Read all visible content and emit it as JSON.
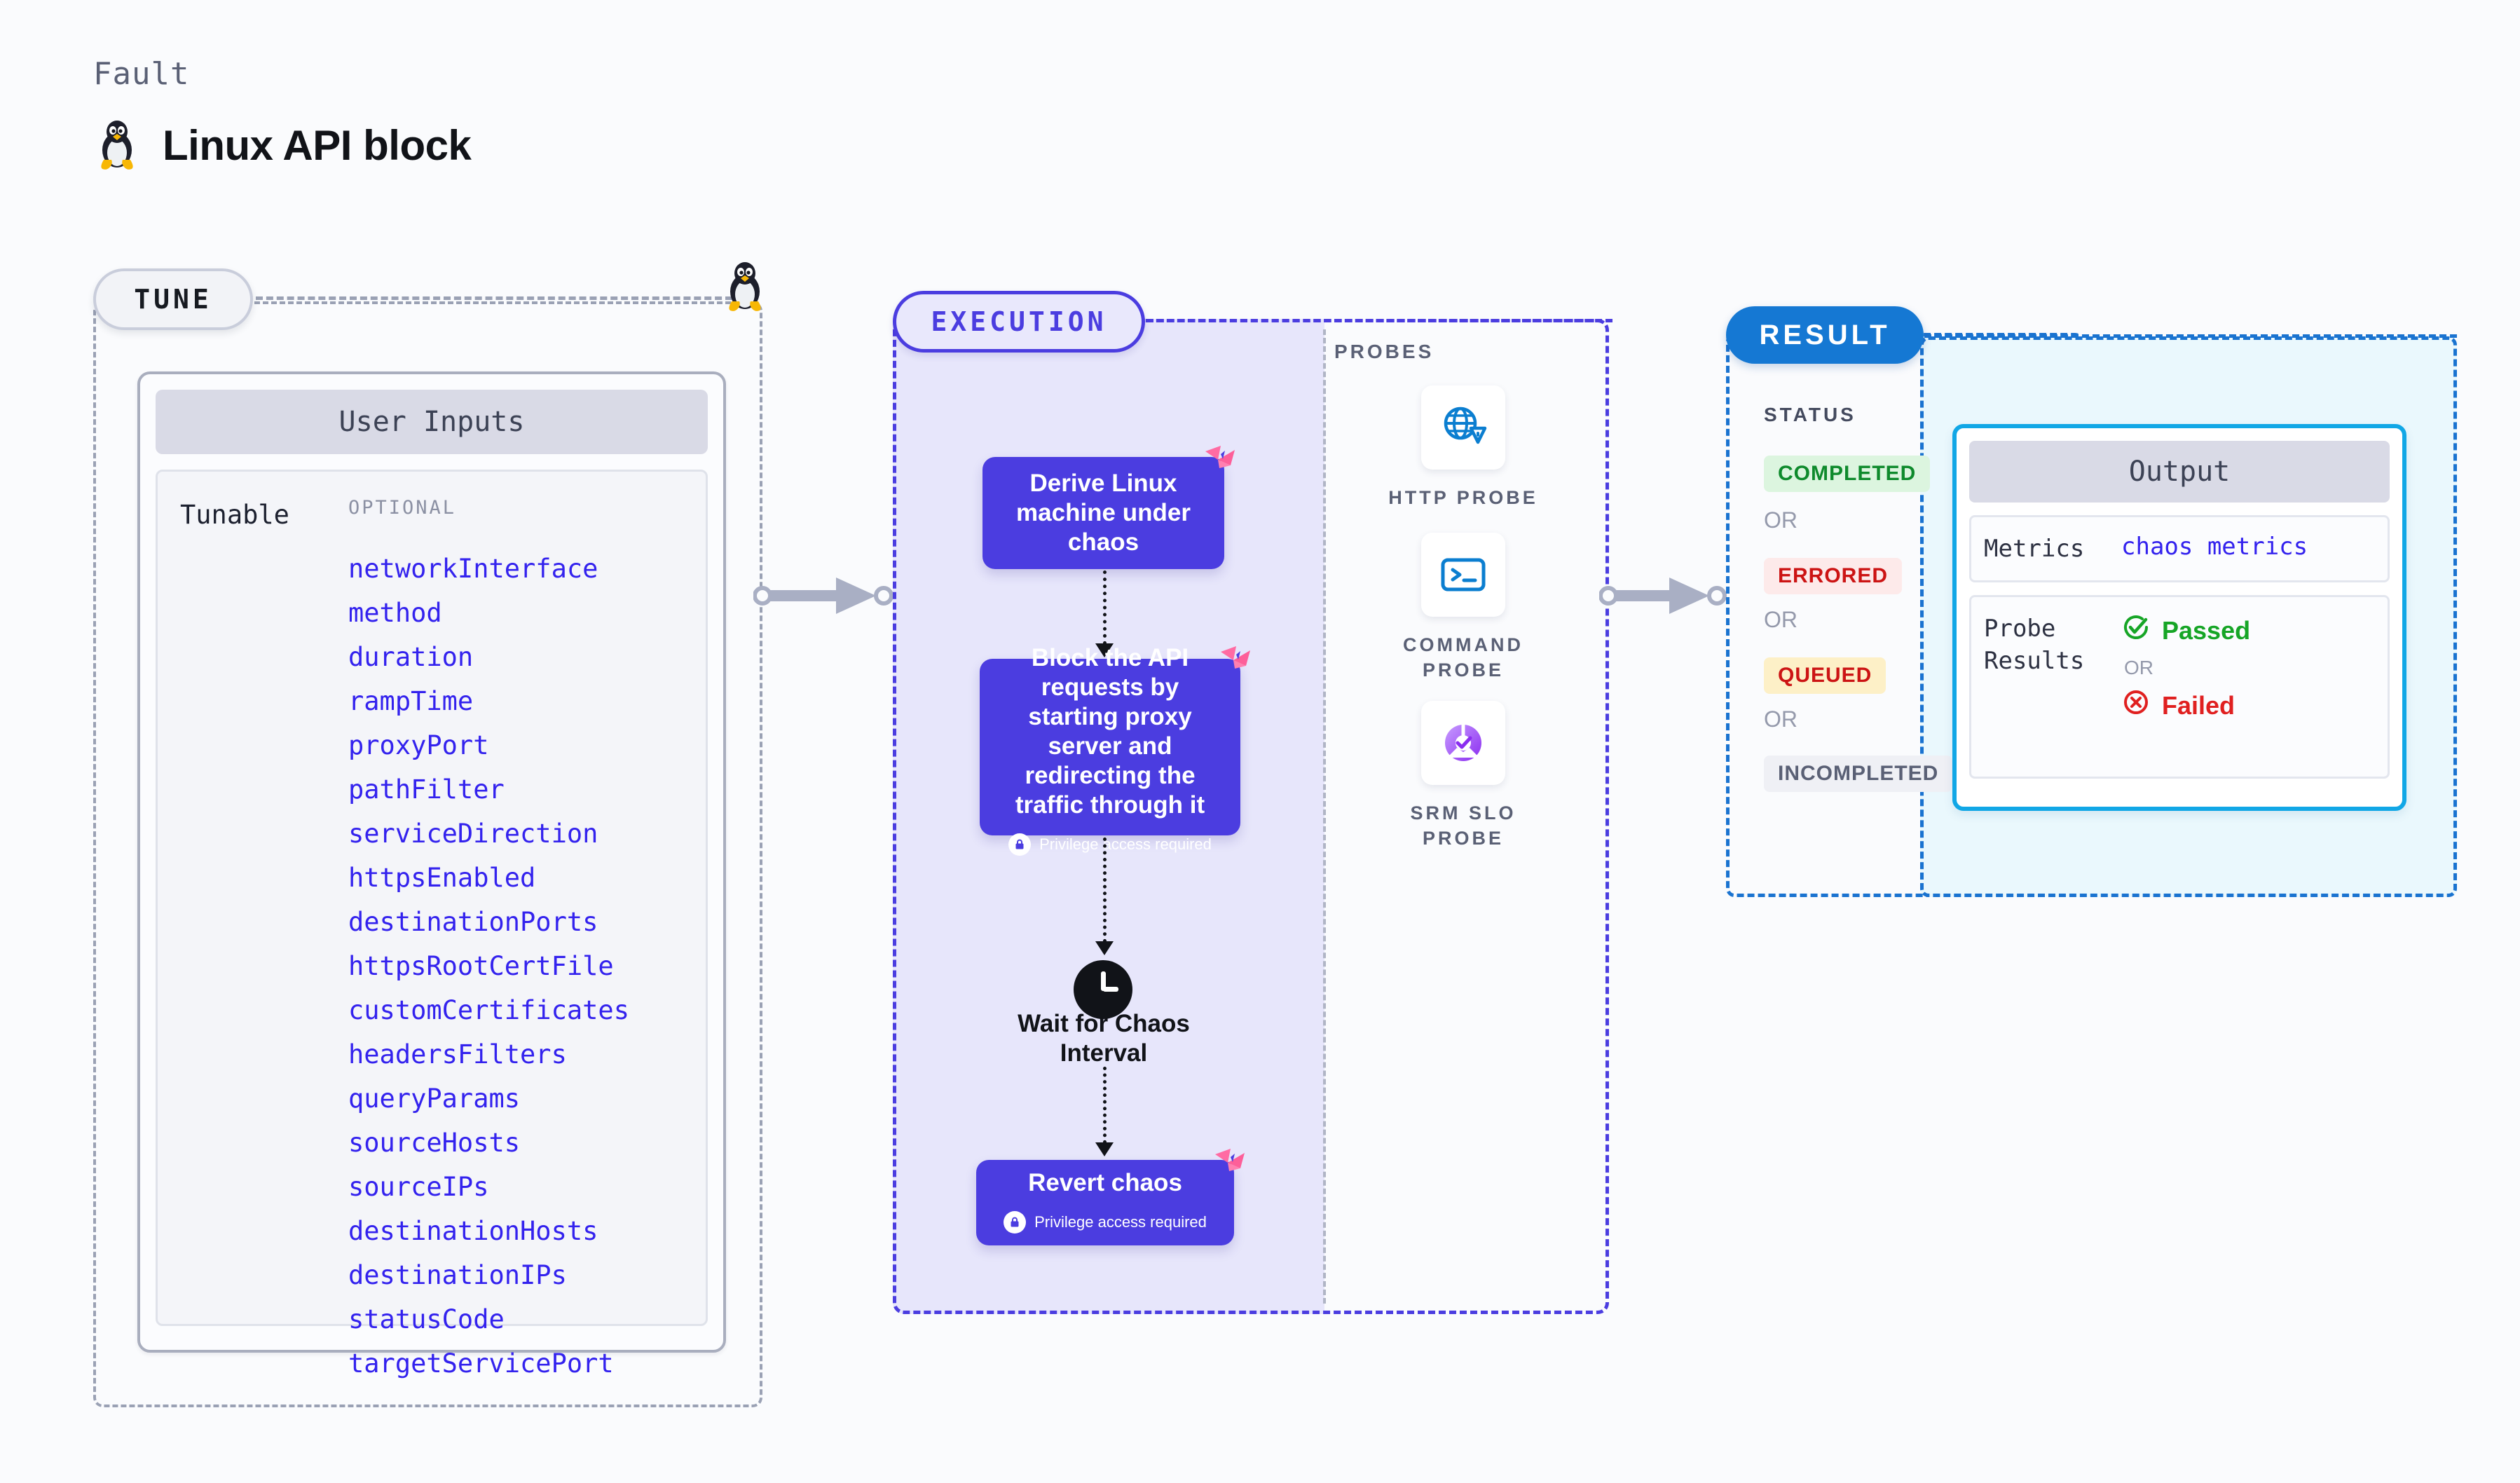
{
  "header": {
    "kicker": "Fault",
    "title": "Linux API block",
    "icon": "linux-tux-icon"
  },
  "tune": {
    "pill_label": "TUNE",
    "card": {
      "header": "User Inputs",
      "row_label": "Tunable",
      "group_title": "OPTIONAL",
      "items": [
        "networkInterface",
        "method",
        "duration",
        "rampTime",
        "proxyPort",
        "pathFilter",
        "serviceDirection",
        "httpsEnabled",
        "destinationPorts",
        "httpsRootCertFile",
        "customCertificates",
        "headersFilters",
        "queryParams",
        "sourceHosts",
        "sourceIPs",
        "destinationHosts",
        "destinationIPs",
        "statusCode",
        "targetServicePort"
      ]
    }
  },
  "execution": {
    "pill_label": "EXECUTION",
    "nodes": [
      {
        "text": "Derive Linux machine under chaos",
        "privilege": null
      },
      {
        "text": "Block the API requests by starting proxy server and redirecting the traffic through it",
        "privilege": "Privilege access required"
      },
      {
        "text": "Revert chaos",
        "privilege": "Privilege access required"
      }
    ],
    "wait_step": {
      "icon": "clock-icon",
      "label": "Wait for Chaos Interval"
    }
  },
  "probes": {
    "title": "PROBES",
    "items": [
      {
        "label": "HTTP PROBE",
        "icon": "globe-warning-icon"
      },
      {
        "label": "COMMAND PROBE",
        "icon": "terminal-icon"
      },
      {
        "label": "SRM SLO PROBE",
        "icon": "slo-donut-check-icon"
      }
    ]
  },
  "result": {
    "pill_label": "RESULT",
    "status_title": "STATUS",
    "or_label": "OR",
    "statuses": [
      {
        "label": "COMPLETED",
        "bg": "#dcf5df",
        "fg": "#0e8a2c"
      },
      {
        "label": "ERRORED",
        "bg": "#fdeaea",
        "fg": "#cc1414"
      },
      {
        "label": "QUEUED",
        "bg": "#fdf0c7",
        "fg": "#cc1414"
      },
      {
        "label": "INCOMPLETED",
        "bg": "#eff0f5",
        "fg": "#5a6075"
      }
    ]
  },
  "output": {
    "header": "Output",
    "metrics_key": "Metrics",
    "metrics_value": "chaos metrics",
    "probe_results_key": "Probe Results",
    "passed_label": "Passed",
    "failed_label": "Failed",
    "or_label": "OR"
  },
  "colors": {
    "node_purple": "#4b3de0",
    "exec_fill": "#e7e6fb",
    "result_blue": "#1578d3",
    "output_cyan": "#11a7e6",
    "link_blue": "#3322ee",
    "flag_pink": "#ff6ba3"
  }
}
